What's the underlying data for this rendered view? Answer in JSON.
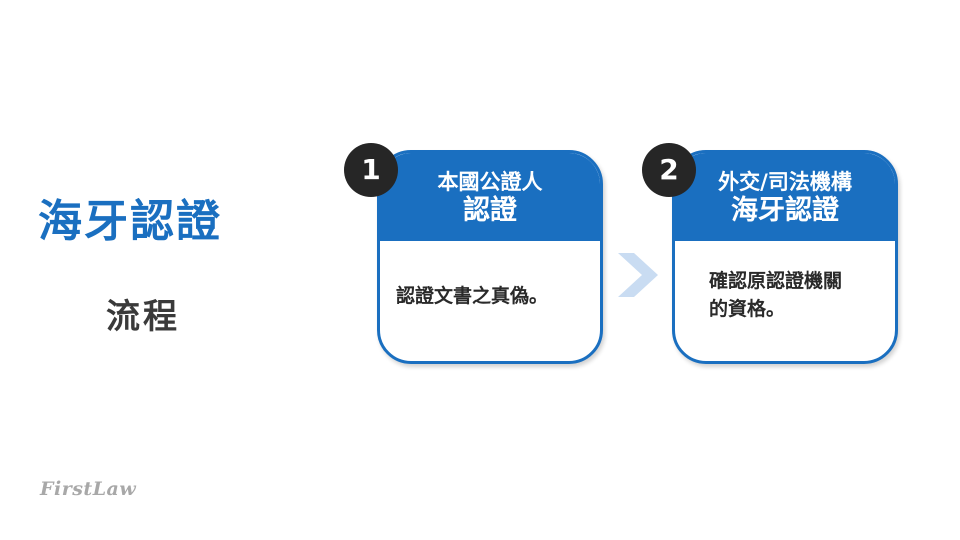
{
  "slide": {
    "title": "海牙認證",
    "subtitle": "流程"
  },
  "steps": [
    {
      "number": "1",
      "header_line1": "本國公證人",
      "header_line2": "認證",
      "body_lines": [
        "認證文書之真偽。"
      ]
    },
    {
      "number": "2",
      "header_line1": "外交/司法機構",
      "header_line2": "海牙認證",
      "body_lines": [
        "確認原認證機關",
        "的資格。"
      ]
    }
  ],
  "colors": {
    "accent": "#1a6fc0",
    "badge": "#262626",
    "arrow": "#c9dcf2",
    "logo": "#a8a8a8"
  },
  "icons": {
    "connector": "chevron-right-icon"
  },
  "footer": {
    "logo_text": "FirstLaw"
  }
}
